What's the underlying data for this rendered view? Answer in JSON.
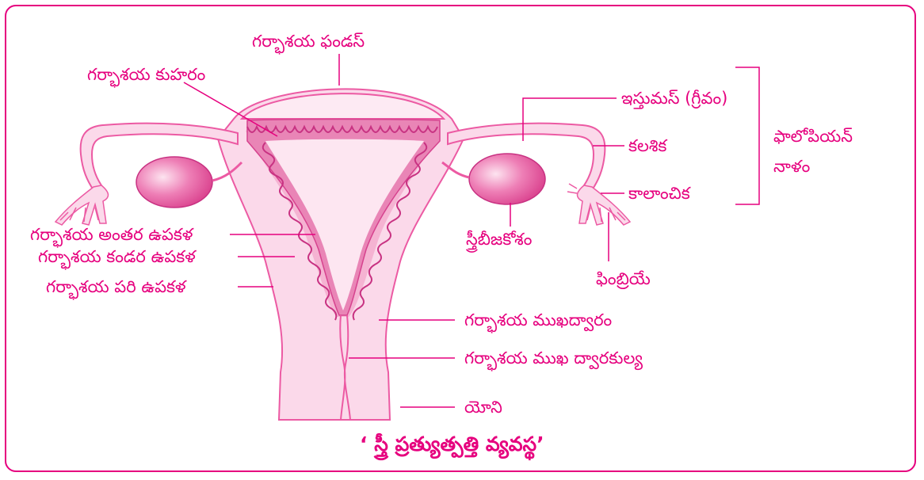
{
  "labels": {
    "fundus": "గర్భాశయ ఫండస్",
    "cavity": "గర్భాశయ కుహరం",
    "isthmus": "ఇస్తుమస్ (గ్రీవం)",
    "ampulla": "కలశిక",
    "infundibulum": "కాలాంచిక",
    "fallopian_tube": "ఫాలోపియన్",
    "fallopian_tube_2": "నాళం",
    "endometrium": "గర్భాశయ అంతర ఉపకళ",
    "myometrium": "గర్భాశయ కండర ఉపకళ",
    "perimetrium": "గర్భాశయ పరి ఉపకళ",
    "ovary": "స్త్రీబీజకోశం",
    "fimbriae": "ఫింబ్రియే",
    "cervix": "గర్భాశయ ముఖద్వారం",
    "cervical_canal": "గర్భాశయ ముఖ ద్వారకుల్య",
    "vagina": "యోని"
  },
  "caption": "‘ స్త్రీ ప్రత్యుత్పత్తి వ్యవస్థ’",
  "colors": {
    "accent": "#e6007e",
    "tissue_light": "#fbd9ea",
    "tissue_mid": "#f5b3d2",
    "tissue_dark": "#e985b6",
    "ovary": "#e0509a"
  }
}
